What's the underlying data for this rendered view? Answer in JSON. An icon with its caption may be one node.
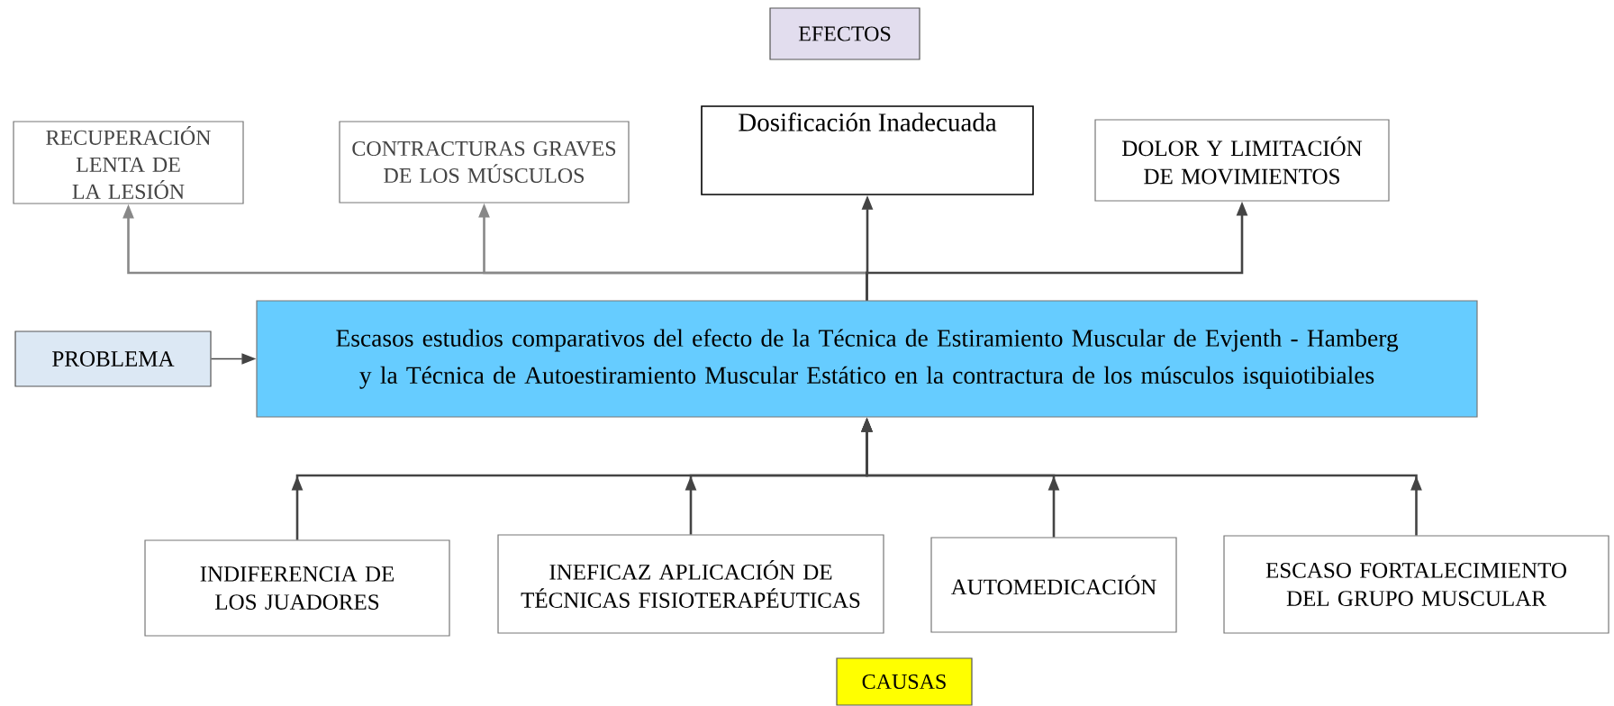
{
  "diagram": {
    "nodes": [
      {
        "text": [
          "EFECTOS"
        ]
      },
      {
        "text": [
          "RECUPERACIÓN LENTA DE LA LESIÓN"
        ]
      },
      {
        "text": [
          "CONTRACTURAS GRAVES DE LOS MÚSCULOS"
        ]
      },
      {
        "text": [
          "Dosificación Inadecuada"
        ]
      },
      {
        "text": [
          "DOLOR Y LIMITACIÓN DE MOVIMIENTOS"
        ]
      },
      {
        "text": [
          "PROBLEMA"
        ]
      },
      {
        "text": [
          "Escasos estudios comparativos del efecto de la Técnica de Estiramiento Muscular de Evjenth - Hamberg y la Técnica de Autoestiramiento Muscular Estático en la contractura de los músculos isquiotibiales"
        ]
      },
      {
        "text": [
          "INDIFERENCIA DE LOS JUADORES"
        ]
      },
      {
        "text": [
          "INEFICAZ APLICACIÓN DE TÉCNICAS FISIOTERAPÉUTICAS"
        ]
      },
      {
        "text": [
          "AUTOMEDICACIÓN"
        ]
      },
      {
        "text": [
          "ESCASO FORTALECIMIENTO DEL GRUPO MUSCULAR"
        ]
      },
      {
        "text": [
          "CAUSAS"
        ]
      }
    ],
    "edges": [
      {
        "from": 6,
        "to": 1,
        "arrow": "to",
        "color": "#888888"
      },
      {
        "from": 6,
        "to": 2,
        "arrow": "to",
        "color": "#888888"
      },
      {
        "from": 6,
        "to": 3,
        "arrow": "to"
      },
      {
        "from": 6,
        "to": 4,
        "arrow": "to"
      },
      {
        "from": 5,
        "to": 6,
        "arrow": "to"
      },
      {
        "from": 7,
        "to": 6,
        "arrow": "to"
      },
      {
        "from": 8,
        "to": 6,
        "arrow": "to"
      },
      {
        "from": 9,
        "to": 6,
        "arrow": "to"
      },
      {
        "from": 10,
        "to": 6,
        "arrow": "to"
      }
    ]
  }
}
